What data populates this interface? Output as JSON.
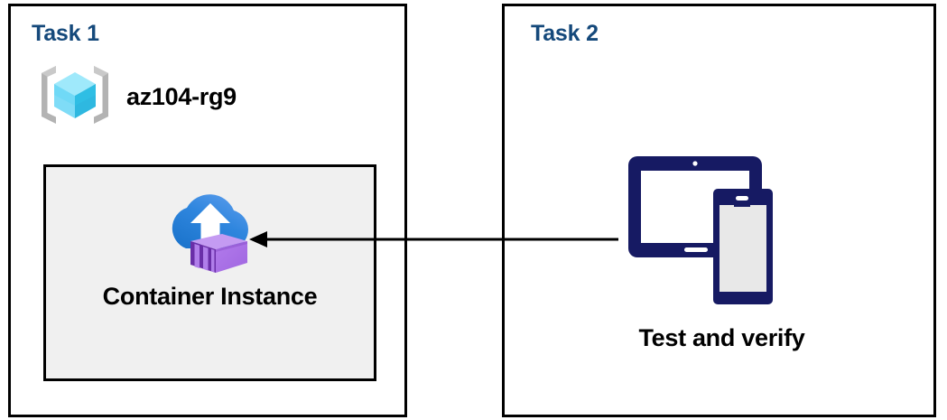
{
  "diagram": {
    "title_color": "#15497B",
    "panels": [
      {
        "id": "task1",
        "title": "Task 1",
        "resource_group": {
          "label": "az104-rg9",
          "icon": "resource-group-icon"
        },
        "resource": {
          "label": "Container Instance",
          "icon": "container-instance-icon",
          "box_fill": "#F0F0F0",
          "box_border": "#000000"
        }
      },
      {
        "id": "task2",
        "title": "Task 2",
        "resource": {
          "label": "Test and verify",
          "icon": "devices-tablet-phone-icon",
          "icon_color": "#161A63"
        }
      }
    ],
    "connector": {
      "name": "arrow-task2-to-container-instance",
      "direction": "left",
      "color": "#000000"
    }
  }
}
